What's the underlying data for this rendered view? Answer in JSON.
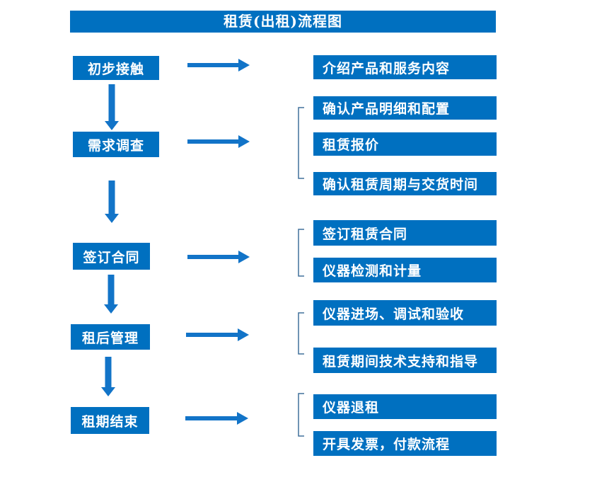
{
  "title": "租赁(出租)流程图",
  "colors": {
    "primary": "#0070C0",
    "arrow": "#1274C8",
    "bracket": "#41719C",
    "text": "#FFFFFF",
    "background": "#FFFFFF"
  },
  "stages": [
    {
      "label": "初步接触",
      "outputs": [
        "介绍产品和服务内容"
      ]
    },
    {
      "label": "需求调查",
      "outputs": [
        "确认产品明细和配置",
        "租赁报价",
        "确认租赁周期与交货时间"
      ]
    },
    {
      "label": "签订合同",
      "outputs": [
        "签订租赁合同",
        "仪器检测和计量"
      ]
    },
    {
      "label": "租后管理",
      "outputs": [
        "仪器进场、调试和验收",
        "租赁期间技术支持和指导"
      ]
    },
    {
      "label": "租期结束",
      "outputs": [
        "仪器退租",
        "开具发票，付款流程"
      ]
    }
  ]
}
